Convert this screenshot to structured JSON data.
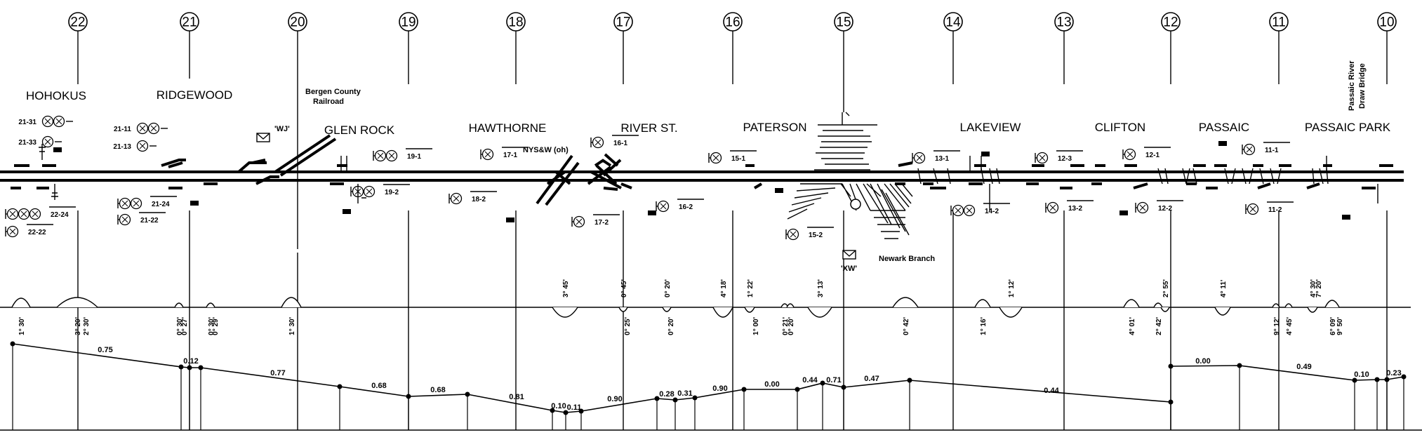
{
  "mileposts": [
    {
      "id": "22",
      "label": "22"
    },
    {
      "id": "21",
      "label": "21"
    },
    {
      "id": "20",
      "label": "20"
    },
    {
      "id": "19",
      "label": "19"
    },
    {
      "id": "18",
      "label": "18"
    },
    {
      "id": "17",
      "label": "17"
    },
    {
      "id": "16",
      "label": "16"
    },
    {
      "id": "15",
      "label": "15"
    },
    {
      "id": "14",
      "label": "14"
    },
    {
      "id": "13",
      "label": "13"
    },
    {
      "id": "12",
      "label": "12"
    },
    {
      "id": "11",
      "label": "11"
    },
    {
      "id": "10",
      "label": "10"
    }
  ],
  "stations": [
    {
      "id": "hohokus",
      "name": "HOHOKUS"
    },
    {
      "id": "ridgewood",
      "name": "RIDGEWOOD"
    },
    {
      "id": "glen-rock",
      "name": "GLEN ROCK"
    },
    {
      "id": "hawthorne",
      "name": "HAWTHORNE"
    },
    {
      "id": "river-st",
      "name": "RIVER ST."
    },
    {
      "id": "paterson",
      "name": "PATERSON"
    },
    {
      "id": "lakeview",
      "name": "LAKEVIEW"
    },
    {
      "id": "clifton",
      "name": "CLIFTON"
    },
    {
      "id": "passaic",
      "name": "PASSAIC"
    },
    {
      "id": "passaic-park",
      "name": "PASSAIC PARK"
    }
  ],
  "notes": {
    "bergen_line1": "Bergen County",
    "bergen_line2": "Railroad",
    "wj": "'WJ'",
    "xw": "'XW'",
    "nysw": "NYS&W (oh)",
    "newark": "Newark Branch",
    "bridge_line1": "Passaic River",
    "bridge_line2": "Draw Bridge"
  },
  "signals": [
    {
      "id": "21-31",
      "label": "21-31"
    },
    {
      "id": "21-33",
      "label": "21-33"
    },
    {
      "id": "22-24",
      "label": "22-24"
    },
    {
      "id": "22-22",
      "label": "22-22"
    },
    {
      "id": "21-11",
      "label": "21-11"
    },
    {
      "id": "21-13",
      "label": "21-13"
    },
    {
      "id": "21-24",
      "label": "21-24"
    },
    {
      "id": "21-22",
      "label": "21-22"
    },
    {
      "id": "19-1",
      "label": "19-1"
    },
    {
      "id": "19-2",
      "label": "19-2"
    },
    {
      "id": "17-1",
      "label": "17-1"
    },
    {
      "id": "18-2",
      "label": "18-2"
    },
    {
      "id": "17-2",
      "label": "17-2"
    },
    {
      "id": "16-1",
      "label": "16-1"
    },
    {
      "id": "16-2",
      "label": "16-2"
    },
    {
      "id": "15-1",
      "label": "15-1"
    },
    {
      "id": "15-2",
      "label": "15-2"
    },
    {
      "id": "13-1",
      "label": "13-1"
    },
    {
      "id": "14-2",
      "label": "14-2"
    },
    {
      "id": "12-3",
      "label": "12-3"
    },
    {
      "id": "13-2",
      "label": "13-2"
    },
    {
      "id": "12-1",
      "label": "12-1"
    },
    {
      "id": "12-2",
      "label": "12-2"
    },
    {
      "id": "11-1",
      "label": "11-1"
    },
    {
      "id": "11-2",
      "label": "11-2"
    }
  ],
  "curves": [
    {
      "label": "1° 30'",
      "dir": "up"
    },
    {
      "label": "3° 20'",
      "dir": "up"
    },
    {
      "label": "2° 30'",
      "dir": "up"
    },
    {
      "label": "0° 30'",
      "dir": "up"
    },
    {
      "label": "0° 27'",
      "dir": "up"
    },
    {
      "label": "0° 30'",
      "dir": "up"
    },
    {
      "label": "0° 29'",
      "dir": "up"
    },
    {
      "label": "1° 30'",
      "dir": "up"
    },
    {
      "label": "3° 45'",
      "dir": "down"
    },
    {
      "label": "0° 45'",
      "dir": "down"
    },
    {
      "label": "0° 25'",
      "dir": "up"
    },
    {
      "label": "0° 20'",
      "dir": "down"
    },
    {
      "label": "0° 20'",
      "dir": "up"
    },
    {
      "label": "4° 18'",
      "dir": "down"
    },
    {
      "label": "1° 22'",
      "dir": "down"
    },
    {
      "label": "1° 00'",
      "dir": "up"
    },
    {
      "label": "0° 21'",
      "dir": "up"
    },
    {
      "label": "0° 20'",
      "dir": "up"
    },
    {
      "label": "3° 13'",
      "dir": "down"
    },
    {
      "label": "0° 42'",
      "dir": "up"
    },
    {
      "label": "1° 16'",
      "dir": "up"
    },
    {
      "label": "1° 12'",
      "dir": "down"
    },
    {
      "label": "4° 01'",
      "dir": "up"
    },
    {
      "label": "2° 42'",
      "dir": "up"
    },
    {
      "label": "2° 55'",
      "dir": "down"
    },
    {
      "label": "4° 11'",
      "dir": "down"
    },
    {
      "label": "9° 12'",
      "dir": "up"
    },
    {
      "label": "4° 45'",
      "dir": "up"
    },
    {
      "label": "4° 30'",
      "dir": "down"
    },
    {
      "label": "7° 20'",
      "dir": "down"
    },
    {
      "label": "6° 09'",
      "dir": "up"
    },
    {
      "label": "9° 50'",
      "dir": "up"
    }
  ],
  "grades": [
    "0.75",
    "0.12",
    "0.77",
    "0.68",
    "0.68",
    "0.81",
    "0.10",
    "0.11",
    "0.90",
    "0.28",
    "0.31",
    "0.90",
    "0.00",
    "0.44",
    "0.71",
    "0.47",
    "0.44",
    "0.00",
    "0.49",
    "0.10",
    "0.23"
  ]
}
